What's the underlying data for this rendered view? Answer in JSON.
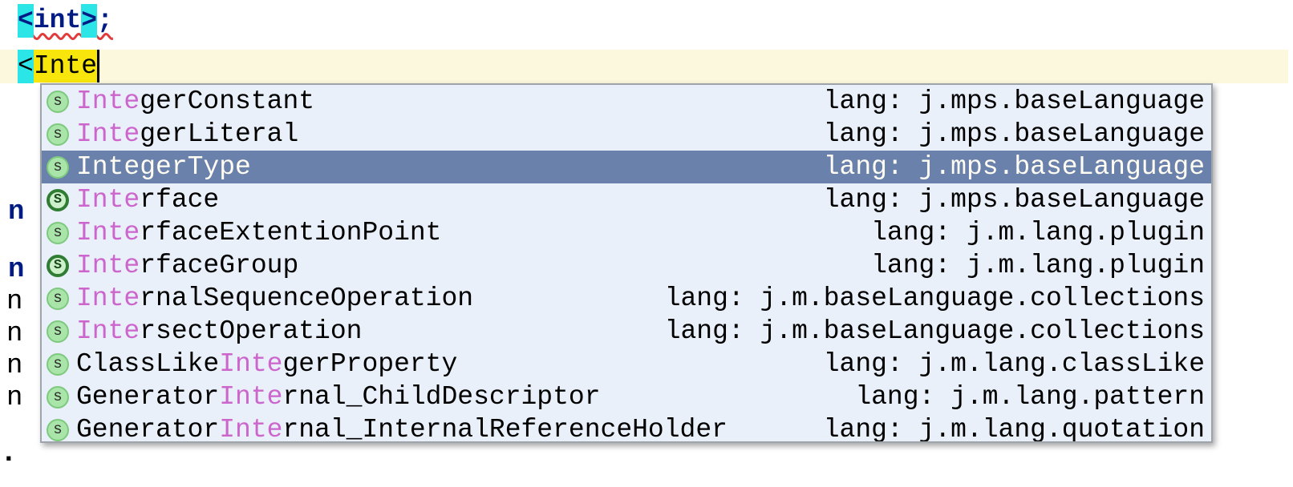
{
  "editor": {
    "line1": {
      "open_bracket": "<",
      "keyword": "int",
      "close_bracket": ">",
      "semicolon": ";"
    },
    "line2": {
      "open_bracket": "<",
      "typed_text": "Inte"
    },
    "margin_chars": [
      {
        "char": "n",
        "bold": true
      },
      {
        "char": "n",
        "bold": true
      },
      {
        "char": "n",
        "bold": false
      },
      {
        "char": "n",
        "bold": false
      },
      {
        "char": "n",
        "bold": false
      },
      {
        "char": "n",
        "bold": false
      }
    ],
    "stray_char": "."
  },
  "popup": {
    "items": [
      {
        "icon": "concept-icon",
        "icon_letter": "s",
        "pre": "",
        "match": "Inte",
        "post": "gerConstant",
        "lang": "lang: j.mps.baseLanguage",
        "selected": false
      },
      {
        "icon": "concept-icon",
        "icon_letter": "s",
        "pre": "",
        "match": "Inte",
        "post": "gerLiteral",
        "lang": "lang: j.mps.baseLanguage",
        "selected": false
      },
      {
        "icon": "concept-icon",
        "icon_letter": "s",
        "pre": "",
        "match": "Inte",
        "post": "gerType",
        "lang": "lang: j.mps.baseLanguage",
        "selected": true
      },
      {
        "icon": "interface-concept-icon",
        "icon_letter": "S",
        "pre": "",
        "match": "Inte",
        "post": "rface",
        "lang": "lang: j.mps.baseLanguage",
        "selected": false
      },
      {
        "icon": "concept-icon",
        "icon_letter": "s",
        "pre": "",
        "match": "Inte",
        "post": "rfaceExtentionPoint",
        "lang": "lang: j.m.lang.plugin",
        "selected": false
      },
      {
        "icon": "interface-concept-icon",
        "icon_letter": "S",
        "pre": "",
        "match": "Inte",
        "post": "rfaceGroup",
        "lang": "lang: j.m.lang.plugin",
        "selected": false
      },
      {
        "icon": "concept-icon",
        "icon_letter": "s",
        "pre": "",
        "match": "Inte",
        "post": "rnalSequenceOperation",
        "lang": "lang: j.m.baseLanguage.collections",
        "selected": false
      },
      {
        "icon": "concept-icon",
        "icon_letter": "s",
        "pre": "",
        "match": "Inte",
        "post": "rsectOperation",
        "lang": "lang: j.m.baseLanguage.collections",
        "selected": false
      },
      {
        "icon": "concept-icon",
        "icon_letter": "s",
        "pre": "ClassLike",
        "match": "Inte",
        "post": "gerProperty",
        "lang": "lang: j.m.lang.classLike",
        "selected": false
      },
      {
        "icon": "concept-icon",
        "icon_letter": "s",
        "pre": "Generator",
        "match": "Inte",
        "post": "rnal_ChildDescriptor",
        "lang": "lang: j.m.lang.pattern",
        "selected": false
      },
      {
        "icon": "concept-icon",
        "icon_letter": "s",
        "pre": "Generator",
        "match": "Inte",
        "post": "rnal_InternalReferenceHolder",
        "lang": "lang: j.m.lang.quotation",
        "selected": false
      }
    ]
  },
  "colors": {
    "cyan_cell_highlight": "#2BE5E7",
    "typed_selection_yellow": "#F7E50B",
    "current_line_cream": "#FBF8DE",
    "keyword_navy": "#001C84",
    "error_squiggle_red": "#E23B3B",
    "popup_background": "#E9F0FA",
    "popup_border": "#9FA4AB",
    "selected_row_blue": "#6A81AC",
    "selected_row_text": "#FFFDF2",
    "match_pink": "#CC66CC",
    "concept_icon_green": "#A9E5A9",
    "interface_icon_ring_green": "#2F7D33"
  }
}
